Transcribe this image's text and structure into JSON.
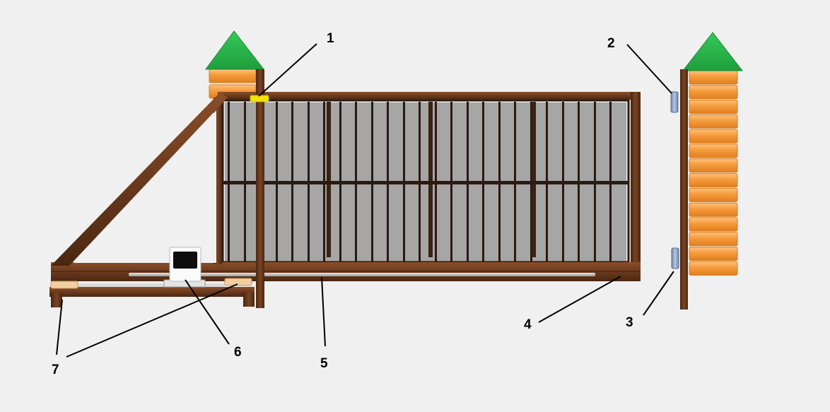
{
  "callouts": [
    {
      "id": "1",
      "label": "1"
    },
    {
      "id": "2",
      "label": "2"
    },
    {
      "id": "3",
      "label": "3"
    },
    {
      "id": "4",
      "label": "4"
    },
    {
      "id": "5",
      "label": "5"
    },
    {
      "id": "6",
      "label": "6"
    },
    {
      "id": "7",
      "label": "7"
    }
  ],
  "colors": {
    "background": "#f0f0f0",
    "frame_brown": "#6b3a1e",
    "frame_dark": "#4a2711",
    "infill_gray": "#a6a6a6",
    "bar_dark": "#2b1a10",
    "brick_orange": "#f59a3a",
    "brick_light": "#ffb15a",
    "roof_green": "#2db84d",
    "signal_yellow": "#f5e10a",
    "catcher_blue": "#8fa6c8",
    "rail_silver": "#c8c8c8",
    "roller_cream": "#f3cfa0"
  }
}
